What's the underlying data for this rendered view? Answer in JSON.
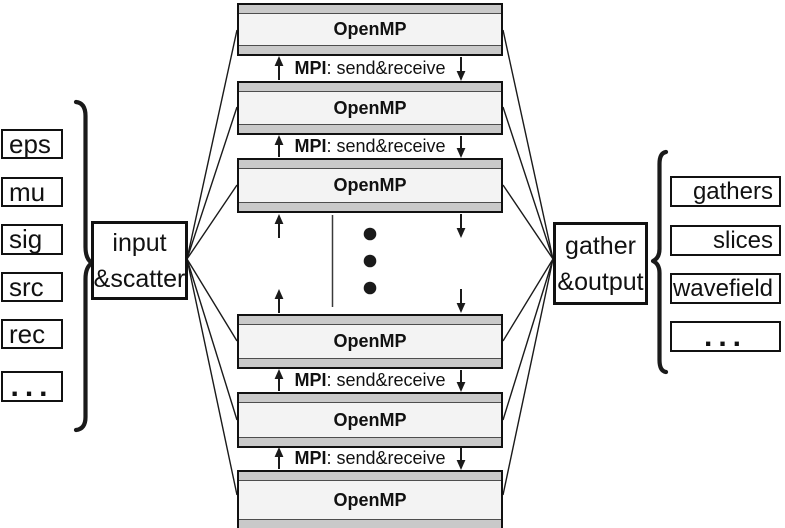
{
  "diagram": {
    "left_group": {
      "items": [
        "eps",
        "mu",
        "sig",
        "src",
        "rec",
        "..."
      ]
    },
    "input_node": {
      "line1": "input",
      "line2": "&scatter"
    },
    "workers": {
      "label": "OpenMP"
    },
    "mpi_link": {
      "bold": "MPI",
      "rest": ": send&receive"
    },
    "output_node": {
      "line1": "gather",
      "line2": "&output"
    },
    "right_group": {
      "items": [
        "gathers",
        "slices",
        "wavefield",
        "..."
      ]
    },
    "colors": {
      "background": "#ffffff",
      "border": "#111111",
      "bar": "#c9c9c9",
      "panel": "#f3f3f3",
      "line": "#1a1a1a"
    }
  }
}
